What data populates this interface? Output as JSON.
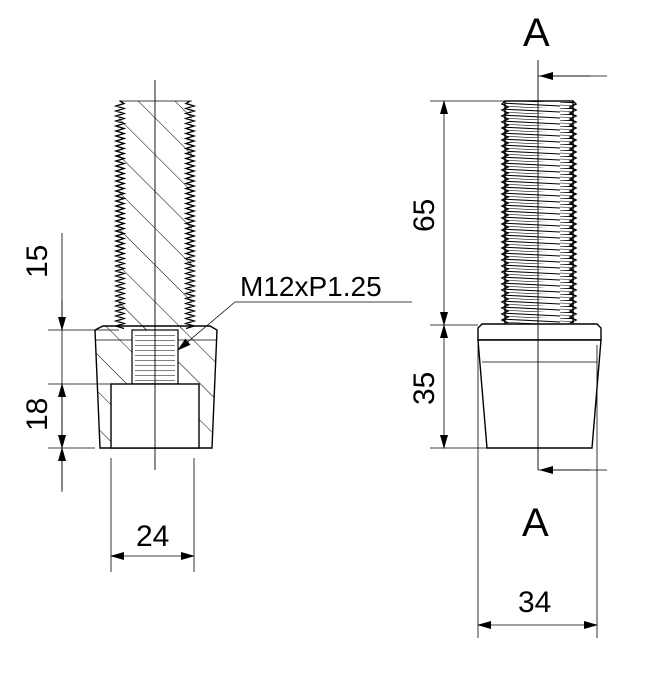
{
  "section_marker": {
    "top": "A",
    "bottom": "A"
  },
  "section_view": {
    "dims": {
      "upper_offset": "15",
      "bore_depth": "18",
      "bore_width": "24"
    },
    "thread_callout": "M12xP1.25"
  },
  "side_view": {
    "dims": {
      "thread_length": "65",
      "body_height": "35",
      "body_width": "34"
    }
  }
}
